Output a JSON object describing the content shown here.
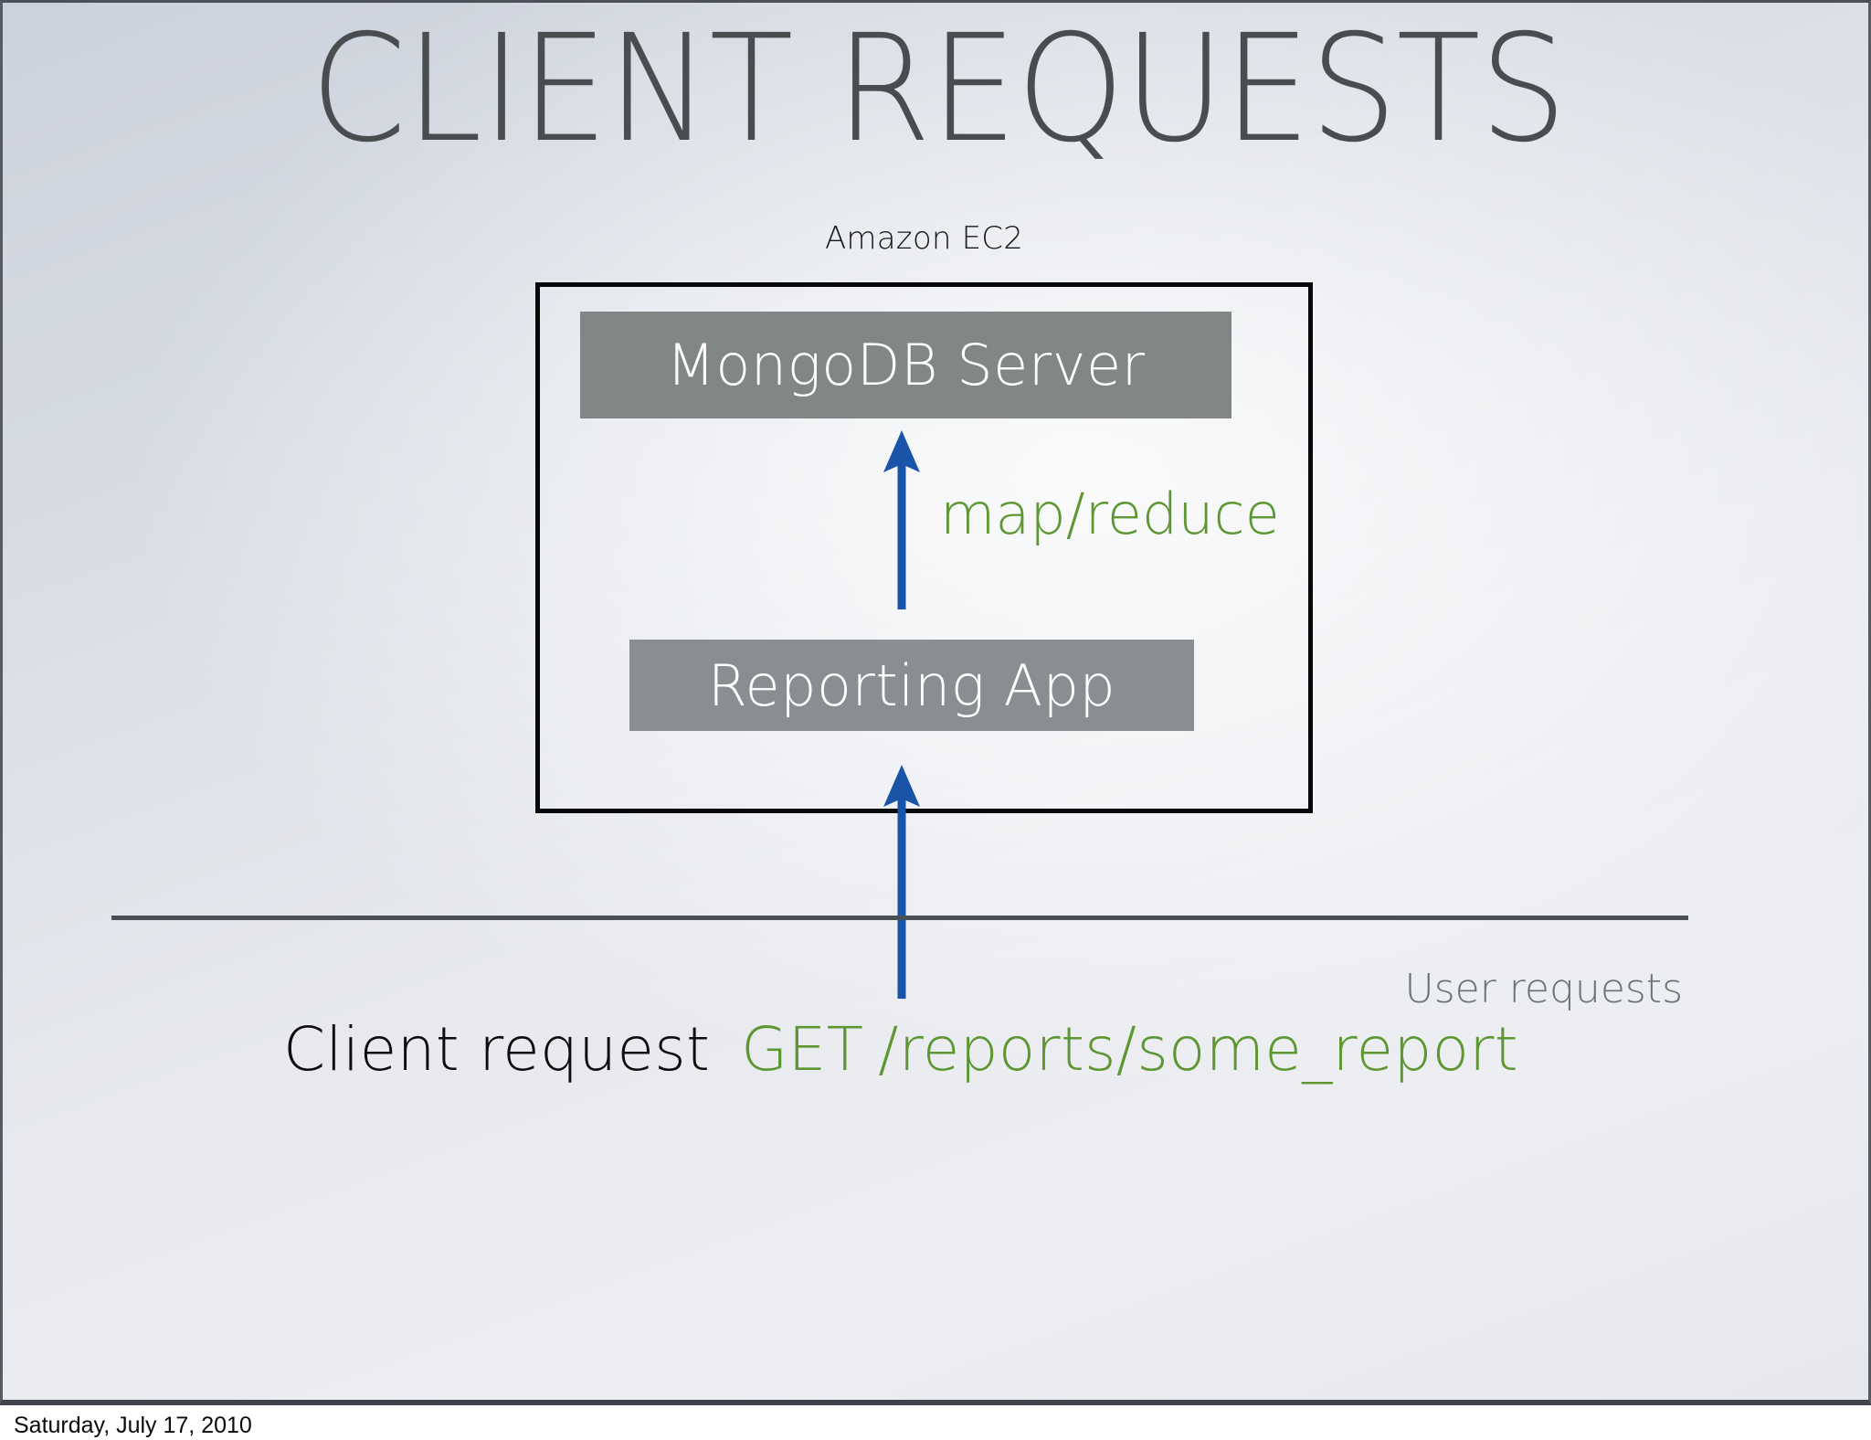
{
  "slide": {
    "title": "CLIENT REQUESTS",
    "background_top_color": "#ccd2dc",
    "background_bottom_color": "#e6e8ee",
    "border_color": "#4c5058"
  },
  "diagram": {
    "container": {
      "label": "Amazon EC2",
      "border_color": "#07080a"
    },
    "nodes": [
      {
        "id": "mongodb-server",
        "label": "MongoDB Server",
        "fill_color": "#808785",
        "text_color": "#ffffff"
      },
      {
        "id": "reporting-app",
        "label": "Reporting App",
        "fill_color": "#898e90",
        "text_color": "#ffffff"
      }
    ],
    "edges": [
      {
        "id": "mapreduce-arrow",
        "from": "reporting-app",
        "to": "mongodb-server",
        "label": "map/reduce",
        "label_color": "#5d9732",
        "arrow_color": "#1a54a8",
        "direction": "up"
      },
      {
        "id": "client-arrow",
        "from": "client",
        "to": "reporting-app",
        "label": "",
        "arrow_color": "#1a54a8",
        "direction": "up"
      }
    ],
    "divider": {
      "color": "#4a4f55",
      "label": "User requests",
      "label_color": "#6d7176"
    },
    "request": {
      "client_label": "Client request",
      "client_label_color": "#0d0d0f",
      "method": "GET",
      "path": "/reports/some_report",
      "method_color": "#5d9732",
      "path_color": "#5d9732"
    }
  },
  "footer": {
    "date": "Saturday, July 17, 2010"
  }
}
